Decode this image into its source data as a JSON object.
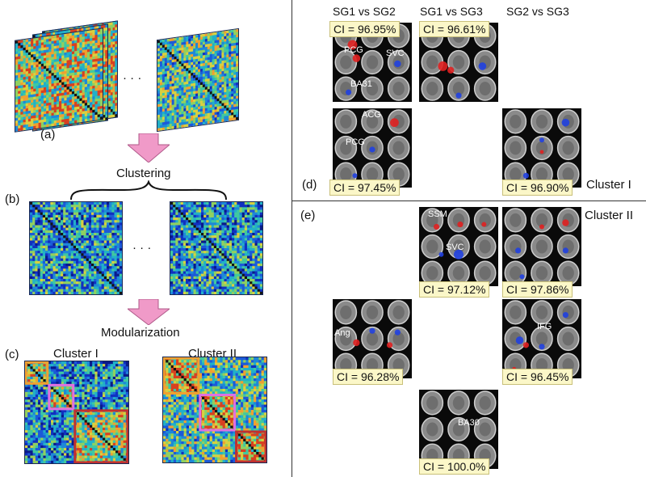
{
  "left": {
    "label_a": "(a)",
    "label_b": "(b)",
    "label_c": "(c)",
    "ellipsis_a": "· · ·",
    "ellipsis_b": "· · ·",
    "step_clustering": "Clustering",
    "step_modularization": "Modularization",
    "cluster1_title": "Cluster I",
    "cluster2_title": "Cluster II"
  },
  "right": {
    "col_headers": [
      "SG1 vs SG2",
      "SG1 vs SG3",
      "SG2 vs SG3"
    ],
    "label_d": "(d)",
    "label_e": "(e)",
    "cluster1_label": "Cluster I",
    "cluster2_label": "Cluster II",
    "panels": {
      "d_sg12": {
        "ci": "CI = 96.95%",
        "callouts": [
          "PCG",
          "SVC",
          "BA31"
        ]
      },
      "d_sg13": {
        "ci": "CI = 96.61%"
      },
      "d2_sg12": {
        "ci": "CI = 97.45%",
        "callouts": [
          "ACG",
          "PCG"
        ]
      },
      "d2_sg23": {
        "ci": "CI = 96.90%"
      },
      "e_sg13": {
        "ci": "CI = 97.12%",
        "callouts": [
          "SSM",
          "SVC"
        ]
      },
      "e_sg23": {
        "ci": "CI = 97.86%"
      },
      "e2_sg12": {
        "ci": "CI = 96.28%",
        "callouts": [
          "Ang"
        ]
      },
      "e2_sg23": {
        "ci": "CI = 96.45%",
        "callouts": [
          "IFG"
        ]
      },
      "e3_sg13": {
        "ci": "CI = 100.0%",
        "callouts": [
          "BA30"
        ]
      }
    }
  },
  "colors": {
    "arrow_pink": "#f09ac8",
    "module_orange": "#f0a030",
    "module_magenta": "#e070e0",
    "module_red": "#c03030",
    "activation_red": "#e02020",
    "activation_blue": "#2040e0",
    "ci_box": "#fbf7c8"
  }
}
